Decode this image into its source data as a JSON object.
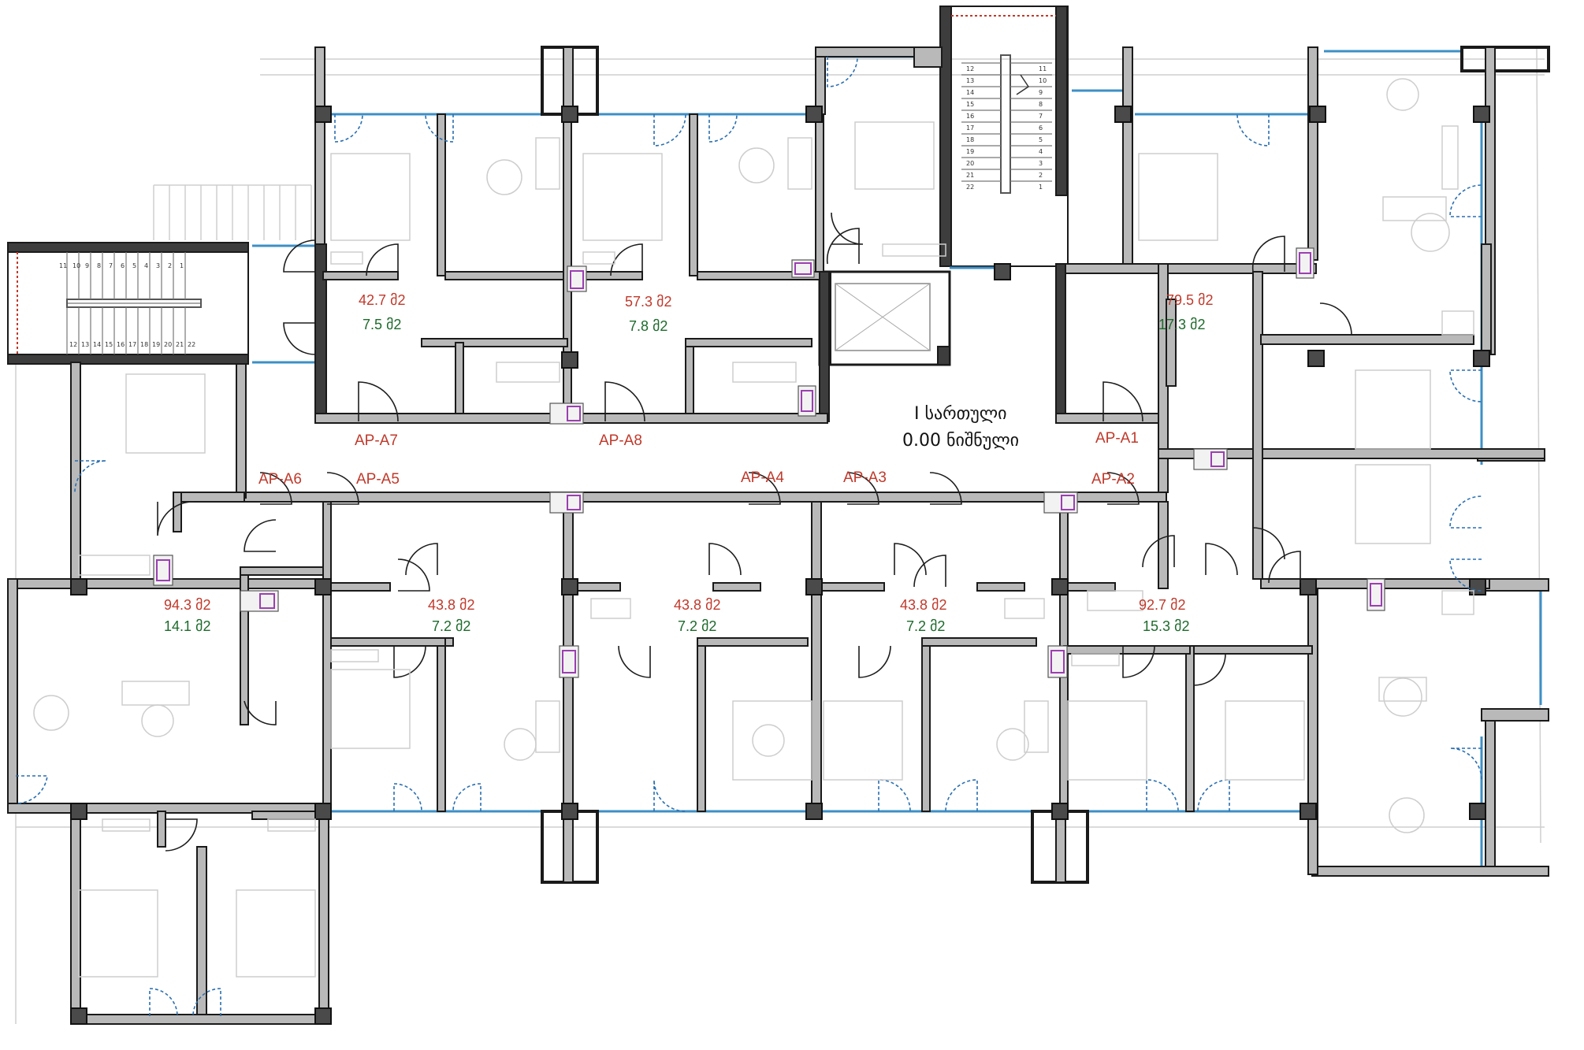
{
  "floor": {
    "title": "I სართული",
    "level": "0.00 ნიშნული"
  },
  "apartments": [
    {
      "code": "AP-A7",
      "area": "42.7 მ2",
      "balcony": "7.5 მ2"
    },
    {
      "code": "AP-A8",
      "area": "57.3 მ2",
      "balcony": "7.8 მ2"
    },
    {
      "code": "AP-A1",
      "area": "79.5 მ2",
      "balcony": "17.3 მ2"
    },
    {
      "code": "AP-A6",
      "area": "94.3 მ2",
      "balcony": "14.1 მ2"
    },
    {
      "code": "AP-A5",
      "area": "43.8 მ2",
      "balcony": "7.2 მ2"
    },
    {
      "code": "AP-A4",
      "area": "43.8 მ2",
      "balcony": "7.2 მ2"
    },
    {
      "code": "AP-A3",
      "area": "43.8 მ2",
      "balcony": "7.2 მ2"
    },
    {
      "code": "AP-A2",
      "area": "92.7 მ2",
      "balcony": "15.3 მ2"
    }
  ],
  "stairs": {
    "left_top": [
      "11",
      "10",
      "9",
      "8",
      "7",
      "6",
      "5",
      "4",
      "3",
      "2",
      "1"
    ],
    "left_bottom": [
      "12",
      "13",
      "14",
      "15",
      "16",
      "17",
      "18",
      "19",
      "20",
      "21",
      "22"
    ],
    "center_left": [
      "12",
      "13",
      "14",
      "15",
      "16",
      "17",
      "18",
      "19",
      "20",
      "21",
      "22"
    ],
    "center_right": [
      "11",
      "10",
      "9",
      "8",
      "7",
      "6",
      "5",
      "4",
      "3",
      "2",
      "1"
    ]
  },
  "colors": {
    "apartment_label": "#c0392b",
    "balcony_label": "#1d6b2b",
    "glazing": "#3d8fc6"
  }
}
